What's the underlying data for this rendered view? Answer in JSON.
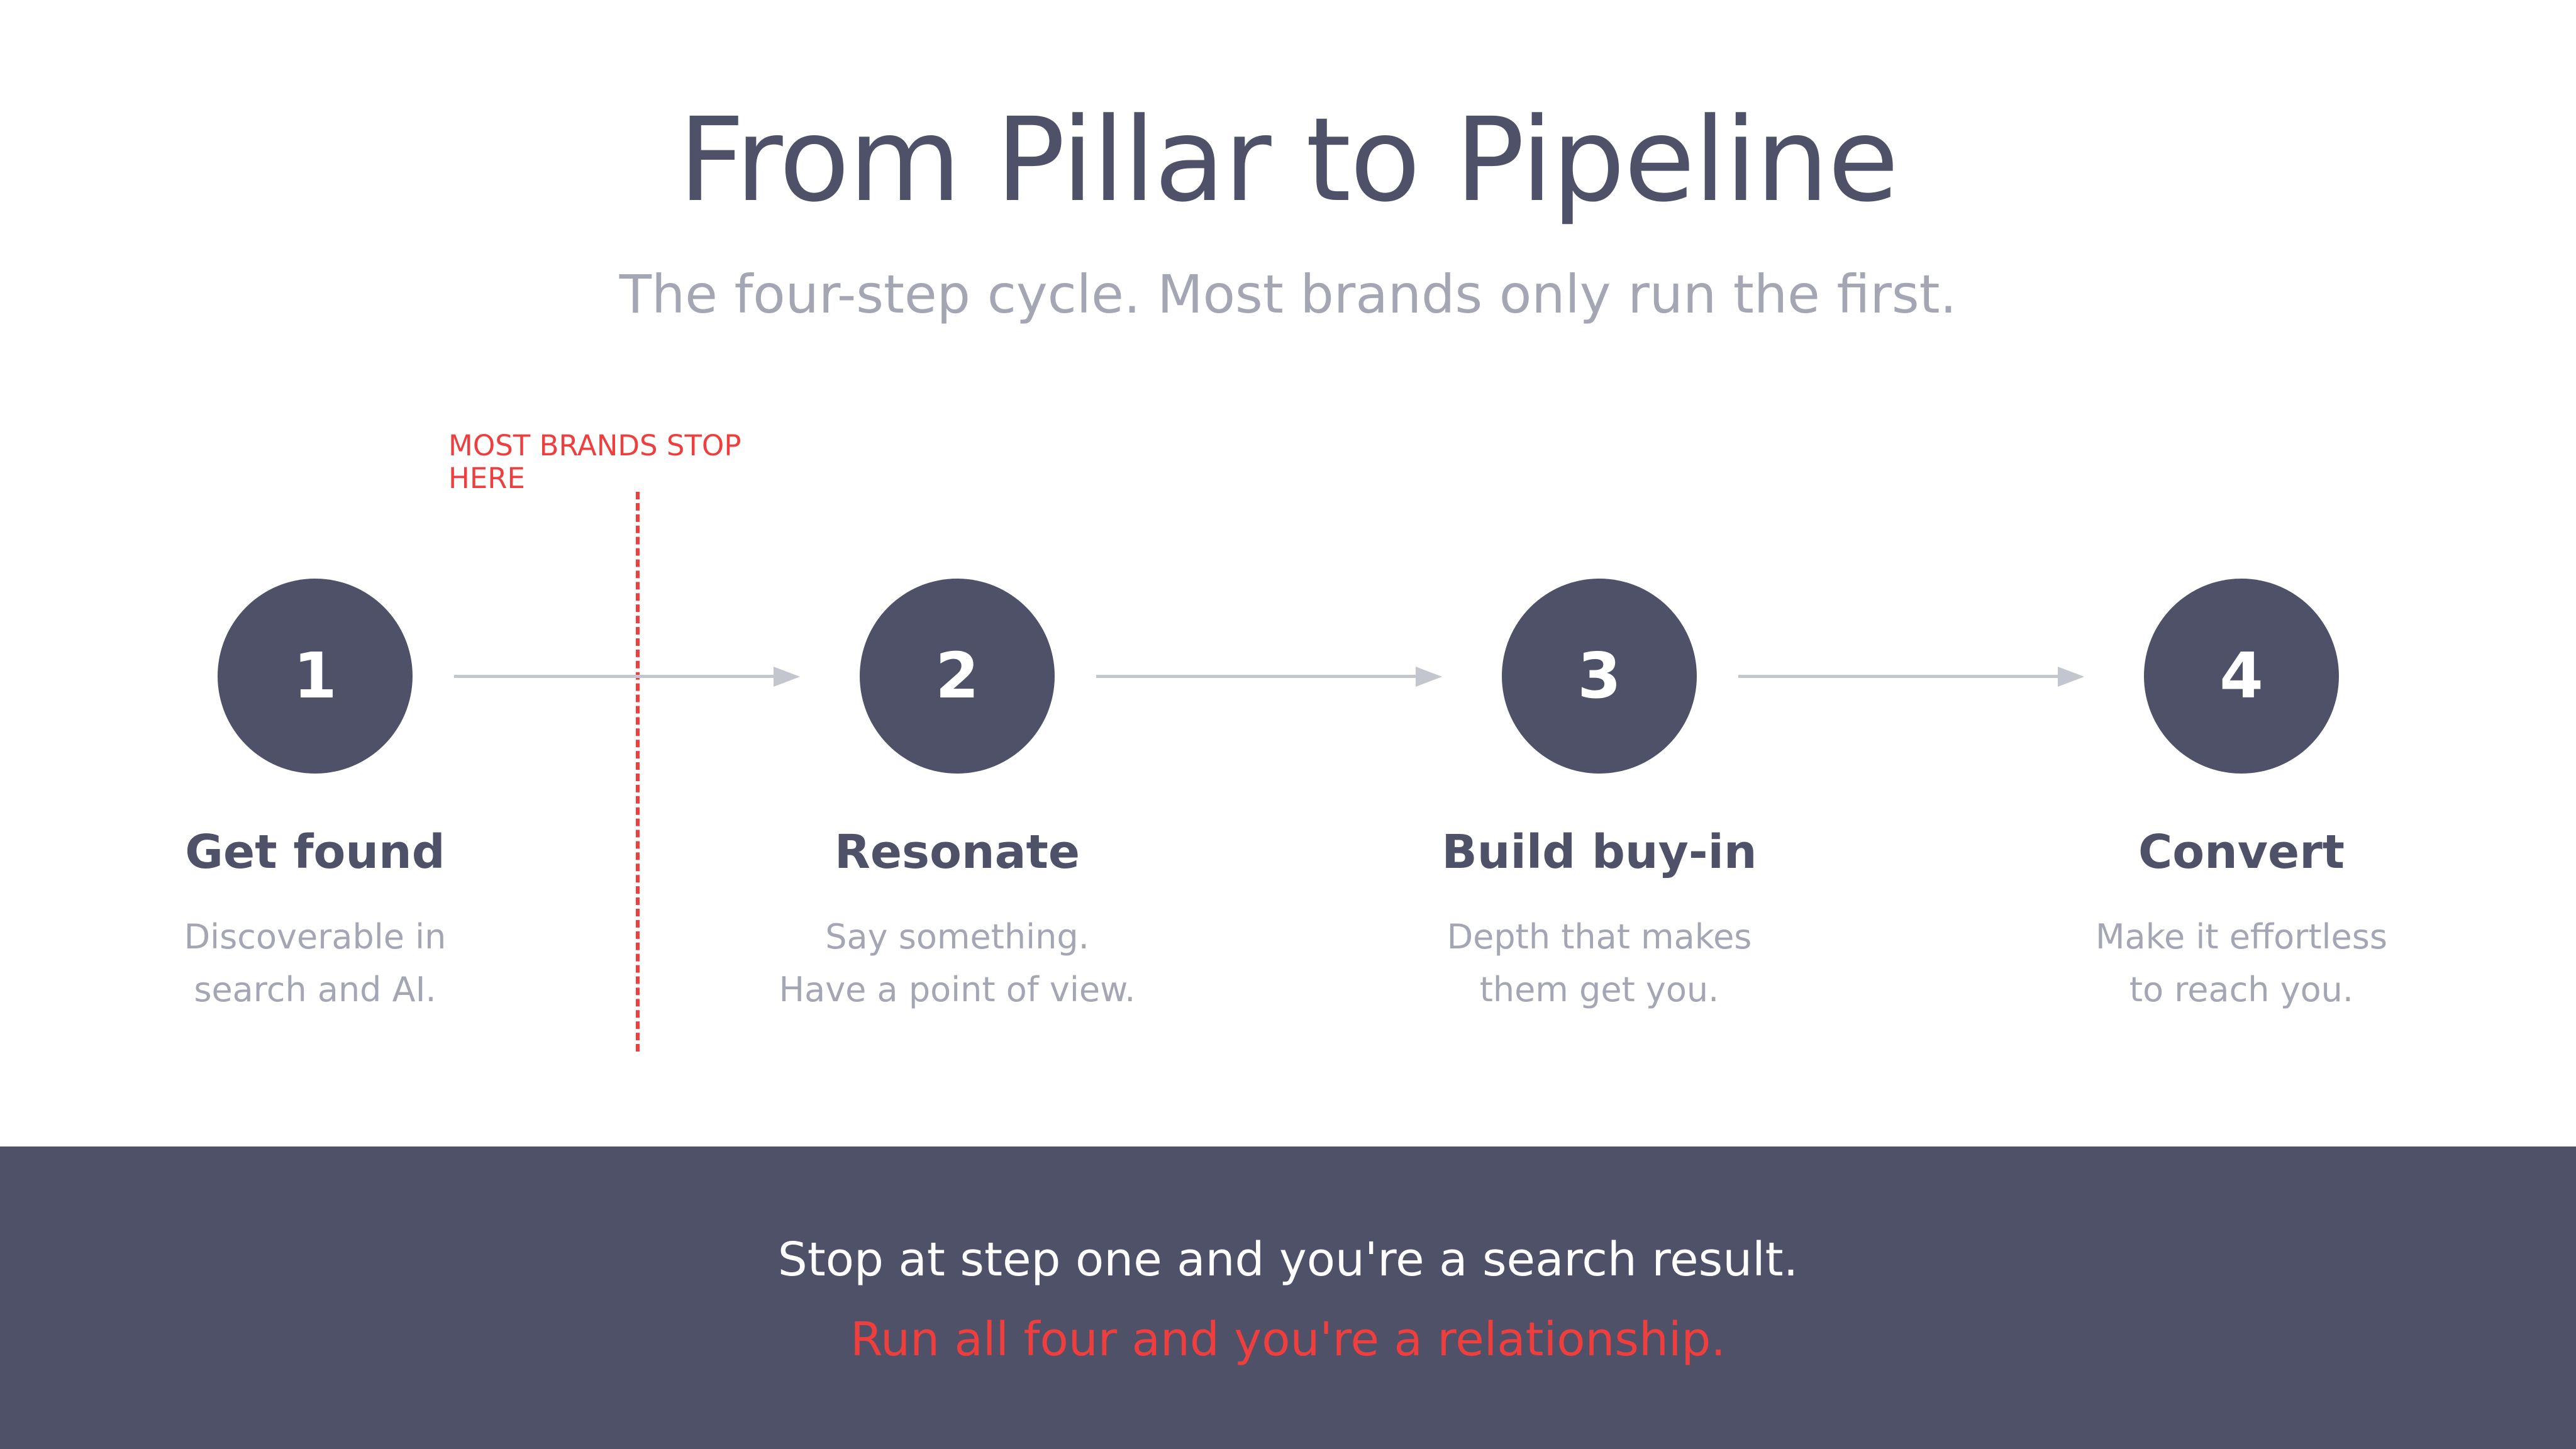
{
  "header": {
    "title": "From Pillar to Pipeline",
    "subtitle": "The four-step cycle. Most brands only run the first."
  },
  "marker": {
    "label": "MOST BRANDS STOP HERE",
    "color": "#ef3e3e"
  },
  "steps": [
    {
      "number": "1",
      "name": "Get found",
      "desc_line1": "Discoverable in",
      "desc_line2": "search and AI."
    },
    {
      "number": "2",
      "name": "Resonate",
      "desc_line1": "Say something.",
      "desc_line2": "Have a point of view."
    },
    {
      "number": "3",
      "name": "Build buy-in",
      "desc_line1": "Depth that makes",
      "desc_line2": "them get you."
    },
    {
      "number": "4",
      "name": "Convert",
      "desc_line1": "Make it effortless",
      "desc_line2": "to reach you."
    }
  ],
  "footer": {
    "line1": "Stop at step one and you're a search result.",
    "line2": "Run all four and you're a relationship."
  },
  "colors": {
    "primary": "#4e5168",
    "muted": "#a4a6b4",
    "accent": "#ef3e3e",
    "arrow": "#c4c6cf"
  }
}
